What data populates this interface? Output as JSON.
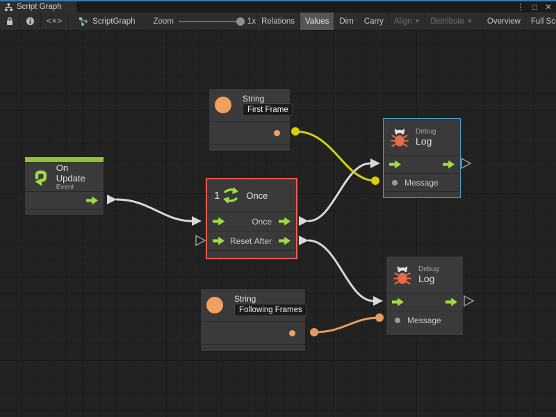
{
  "window": {
    "tab_title": "Script Graph",
    "controls": [
      {
        "name": "menu",
        "glyph": "⋮"
      },
      {
        "name": "maximize",
        "glyph": "□"
      },
      {
        "name": "close",
        "glyph": "✕"
      }
    ]
  },
  "toolbar": {
    "code_icon_text": "<×>",
    "graph_name": "ScriptGraph",
    "zoom_label": "Zoom",
    "zoom_value": "1x",
    "caret": "▼",
    "buttons": [
      {
        "label": "Relations",
        "active": false,
        "disabled": false
      },
      {
        "label": "Values",
        "active": true,
        "disabled": false
      },
      {
        "label": "Dim",
        "active": false,
        "disabled": false
      },
      {
        "label": "Carry",
        "active": false,
        "disabled": false
      },
      {
        "label": "Align",
        "active": false,
        "disabled": true,
        "dropdown": true
      },
      {
        "label": "Distribute",
        "active": false,
        "disabled": true,
        "dropdown": true
      },
      {
        "label": "Overview",
        "active": false,
        "disabled": false
      },
      {
        "label": "Full Screen",
        "active": false,
        "disabled": false
      }
    ]
  },
  "graph": {
    "nodes": {
      "on_update": {
        "title": "On Update",
        "subtitle": "Event"
      },
      "string_first": {
        "type": "String",
        "value": "First Frame"
      },
      "once": {
        "badge": "1",
        "title": "Once",
        "out1": "Once",
        "in2": "Reset",
        "out2": "After"
      },
      "string_following": {
        "type": "String",
        "value": "Following Frames"
      },
      "debug_log_top": {
        "category": "Debug",
        "title": "Log",
        "input": "Message"
      },
      "debug_log_bottom": {
        "category": "Debug",
        "title": "Log",
        "input": "Message"
      }
    },
    "colors": {
      "flow_wire": "#d8d8d8",
      "value_wire_yellow": "#d9d000",
      "value_wire_orange": "#e89a5e",
      "port_green": "#9fdd3d",
      "event_green": "#8dc42c",
      "literal_orange": "#f0a05f",
      "bug_red": "#e96a4b",
      "selection_red": "#ef5b50",
      "highlight_blue": "#4c9fce",
      "accent_top": "#3979b8"
    }
  }
}
